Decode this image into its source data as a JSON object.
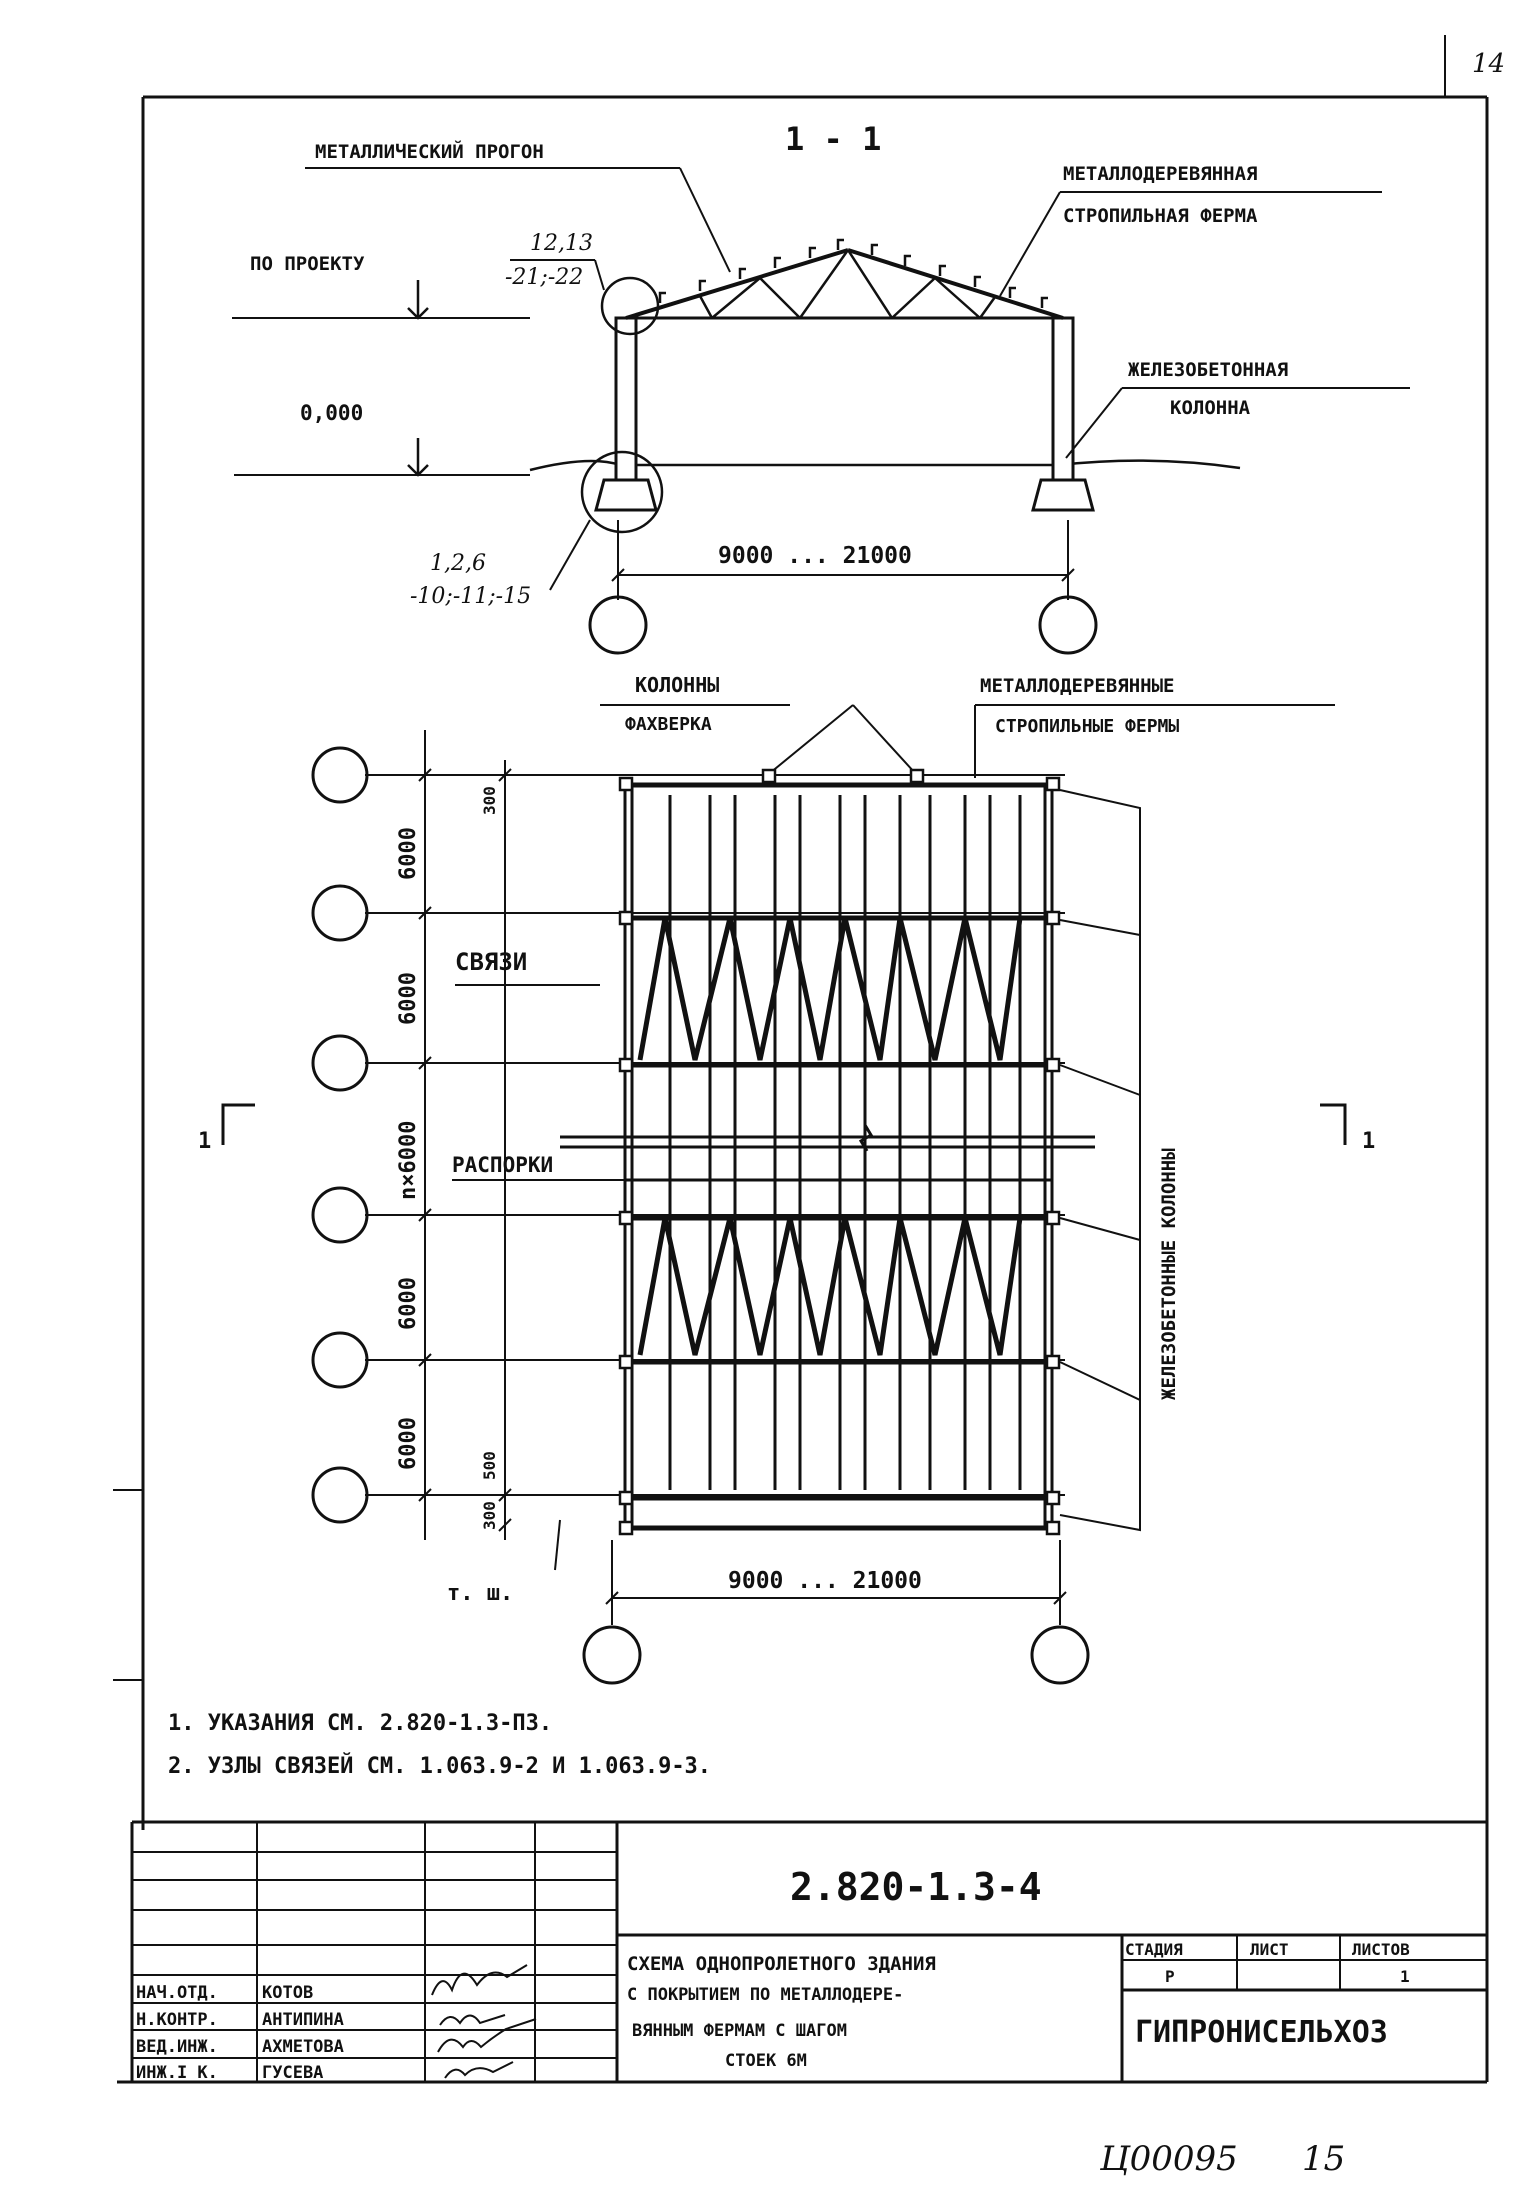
{
  "sheet": {
    "sheet_number": "14",
    "archive_code": "Ц00095",
    "page_number": "15"
  },
  "section": {
    "title": "1 - 1",
    "labels": {
      "purlin": "МЕТАЛЛИЧЕСКИЙ ПРОГОН",
      "truss_line1": "МЕТАЛЛОДЕРЕВЯННАЯ",
      "truss_line2": "СТРОПИЛЬНАЯ ФЕРМА",
      "column_line1": "ЖЕЛЕЗОБЕТОННАЯ",
      "column_line2": "КОЛОННА",
      "by_project": "ПО ПРОЕКТУ",
      "zero_level": "0,000",
      "node_top_a": "12,13",
      "node_top_b": "-21;-22",
      "node_bottom_a": "1,2,6",
      "node_bottom_b": "-10;-11;-15",
      "span": "9000 ... 21000"
    }
  },
  "plan": {
    "labels": {
      "fachwerk_line1": "КОЛОННЫ",
      "fachwerk_line2": "ФАХВЕРКА",
      "trusses_line1": "МЕТАЛЛОДЕРЕВЯННЫЕ",
      "trusses_line2": "СТРОПИЛЬНЫЕ ФЕРМЫ",
      "bracing": "СВЯЗИ",
      "struts": "РАСПОРКИ",
      "rc_columns": "ЖЕЛЕЗОБЕТОННЫЕ КОЛОННЫ",
      "temp_joint": "т. ш.",
      "span": "9000 ... 21000",
      "cut_left": "1",
      "cut_right": "1"
    },
    "dims": [
      "6000",
      "6000",
      "n×6000",
      "6000",
      "6000"
    ],
    "small_dims": {
      "top": "300",
      "bottom_a": "500",
      "bottom_b": "300"
    }
  },
  "notes": [
    "1. УКАЗАНИЯ СМ. 2.820-1.3-ПЗ.",
    "2. УЗЛЫ СВЯЗЕЙ СМ. 1.063.9-2 И 1.063.9-3."
  ],
  "title_block": {
    "designation": "2.820-1.3-4",
    "title_lines": [
      "СХЕМА ОДНОПРОЛЕТНОГО ЗДАНИЯ",
      "С ПОКРЫТИЕМ ПО МЕТАЛЛОДЕРЕ-",
      "ВЯННЫМ ФЕРМАМ С ШАГОМ",
      "СТОЕК 6М"
    ],
    "stage_header": "СТАДИЯ",
    "sheet_header": "ЛИСТ",
    "sheets_header": "ЛИСТОВ",
    "stage": "Р",
    "sheet": "",
    "sheets": "1",
    "organization": "ГИПРОНИСЕЛЬХОЗ",
    "staff": [
      {
        "role": "НАЧ.ОТД.",
        "name": "КОТОВ"
      },
      {
        "role": "Н.КОНТР.",
        "name": "АНТИПИНА"
      },
      {
        "role": "ВЕД.ИНЖ.",
        "name": "АХМЕТОВА"
      },
      {
        "role": "ИНЖ.I К.",
        "name": "ГУСЕВА"
      }
    ]
  }
}
